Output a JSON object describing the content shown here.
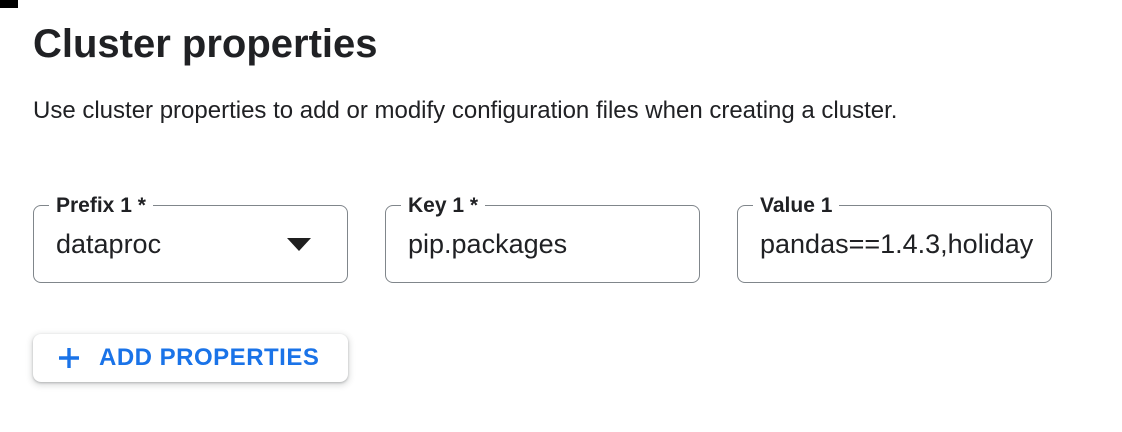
{
  "page": {
    "title": "Cluster properties",
    "description": "Use cluster properties to add or modify configuration files when creating a cluster."
  },
  "form": {
    "fields": {
      "prefix": {
        "label": "Prefix 1 *",
        "value": "dataproc",
        "control": "select",
        "required": true
      },
      "key": {
        "label": "Key 1 *",
        "value": "pip.packages",
        "control": "text-input",
        "required": true
      },
      "value": {
        "label": "Value 1",
        "value": "pandas==1.4.3,holiday",
        "control": "text-input",
        "required": false,
        "truncated": true
      }
    },
    "add_button": {
      "label": "ADD PROPERTIES",
      "icon": "plus-icon"
    }
  },
  "icons": {
    "dropdown": "dropdown-arrow-icon",
    "plus": "plus-icon"
  },
  "colors": {
    "accent_blue": "#1a73e8",
    "field_border_gray": "#80868b",
    "text_dark": "#202124",
    "background": "#ffffff"
  }
}
